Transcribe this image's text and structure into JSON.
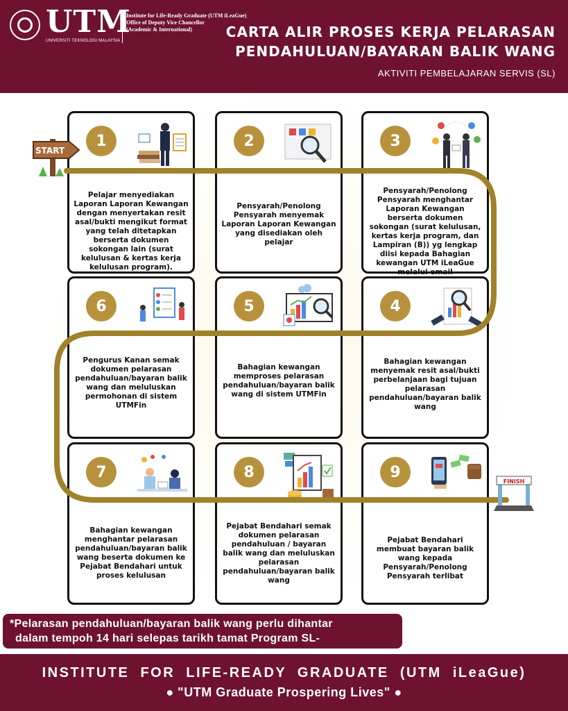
{
  "header": {
    "logo": "UTM",
    "logo_sub": "UNIVERSITI TEKNOLOGI MALAYSIA",
    "institute_lines": [
      "Institute for Life-Ready Graduate (UTM iLeaGue)",
      "Office of Deputy Vice Chancellor",
      "(Academic & International)"
    ],
    "title_line1": "CARTA ALIR PROSES KERJA PELARASAN",
    "title_line2": "PENDAHULUAN/BAYARAN BALIK WANG",
    "subtitle": "AKTIVITI PEMBELAJARAN SERVIS (SL)"
  },
  "markers": {
    "start": "START",
    "finish": "FINISH"
  },
  "steps": [
    {
      "num": "1",
      "text": "Pelajar menyediakan Laporan Laporan Kewangan dengan menyertakan resit asal/bukti mengikut format yang telah ditetapkan berserta dokumen sokongan lain (surat kelulusan & kertas kerja kelulusan program)."
    },
    {
      "num": "2",
      "text": "Pensyarah/Penolong Pensyarah menyemak Laporan Laporan Kewangan yang disediakan oleh pelajar"
    },
    {
      "num": "3",
      "text": "Pensyarah/Penolong Pensyarah menghantar Laporan Kewangan berserta dokumen sokongan (surat kelulusan, kertas kerja program, dan Lampiran (B)) yg lengkap diisi kepada Bahagian kewangan UTM iLeaGue melalui email nazmi@utm.my"
    },
    {
      "num": "4",
      "text": "Bahagian kewangan menyemak resit asal/bukti perbelanjaan bagi tujuan pelarasan pendahuluan/bayaran balik wang"
    },
    {
      "num": "5",
      "text": "Bahagian kewangan memproses pelarasan pendahuluan/bayaran balik wang di sistem UTMFin"
    },
    {
      "num": "6",
      "text": "Pengurus Kanan semak dokumen pelarasan pendahuluan/bayaran balik wang dan meluluskan permohonan di sistem UTMFin"
    },
    {
      "num": "7",
      "text": "Bahagian kewangan menghantar pelarasan pendahuluan/bayaran balik wang beserta dokumen ke Pejabat Bendahari untuk proses kelulusan"
    },
    {
      "num": "8",
      "text": "Pejabat Bendahari semak dokumen pelarasan pendahuluan / bayaran balik wang dan meluluskan pelarasan pendahuluan/bayaran balik wang"
    },
    {
      "num": "9",
      "text": "Pejabat Bendahari membuat bayaran balik wang kepada Pensyarah/Penolong Pensyarah terlibat"
    }
  ],
  "note_line1": "*Pelarasan pendahuluan/bayaran balik wang perlu dihantar",
  "note_line2": "dalam tempoh 14 hari selepas tarikh tamat Program SL-",
  "footer": {
    "line1": "INSTITUTE FOR LIFE-READY GRADUATE (UTM iLeaGue)",
    "line2": "● \"UTM Graduate Prospering Lives\" ●"
  },
  "colors": {
    "maroon": "#6e1230",
    "gold": "#b8913d",
    "path": "#a0822a"
  }
}
